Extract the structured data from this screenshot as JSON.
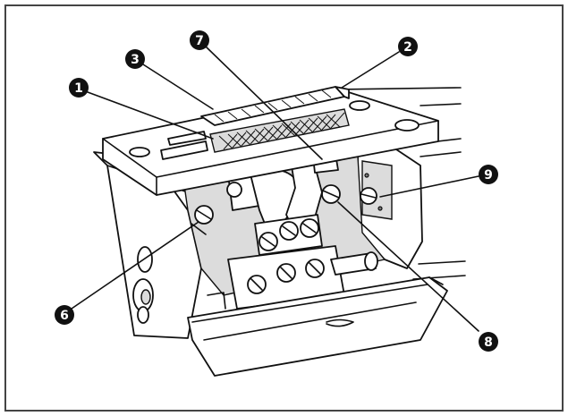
{
  "figure": {
    "callouts": [
      {
        "id": "c1",
        "label": "1",
        "target": "feed-dog-teeth"
      },
      {
        "id": "c2",
        "label": "2",
        "target": "plate-right-end"
      },
      {
        "id": "c3",
        "label": "3",
        "target": "plate-top-edge"
      },
      {
        "id": "c7",
        "label": "7",
        "target": "block-top"
      },
      {
        "id": "c9",
        "label": "9",
        "target": "side-screw"
      },
      {
        "id": "c6",
        "label": "6",
        "target": "left-screw"
      },
      {
        "id": "c8",
        "label": "8",
        "target": "center-screw"
      }
    ],
    "colors": {
      "ink": "#111111",
      "callout_fill": "#111111",
      "frame": "#444444",
      "background": "#ffffff"
    }
  }
}
